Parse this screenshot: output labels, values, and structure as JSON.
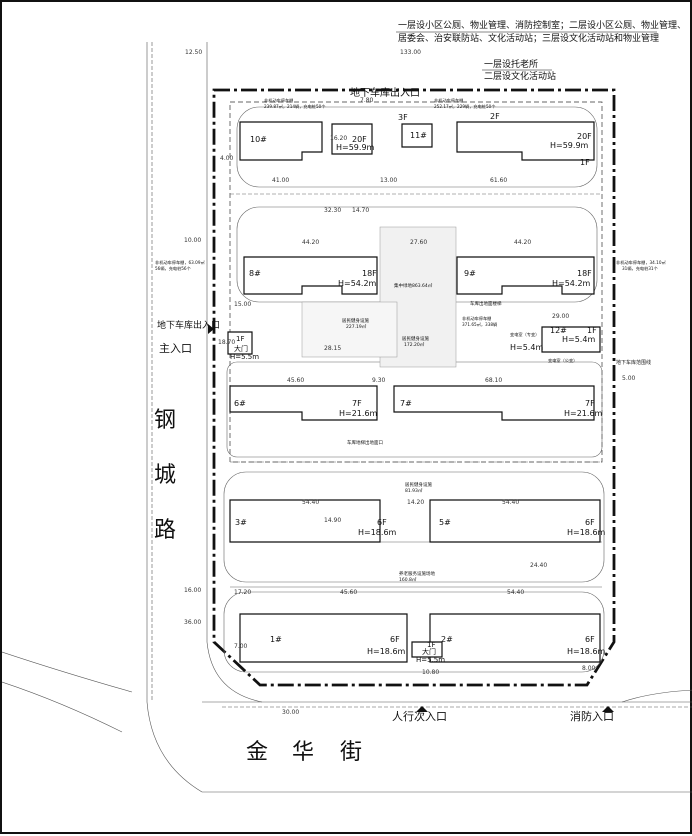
{
  "notes": {
    "line1": "一层设小区公厕、物业管理、消防控制室；二层设小区公厕、物业管理、",
    "line2": "居委会、治安联防站、文化活动站；三层设文化活动站和物业管理",
    "line3": "一层设托老所",
    "line4": "二层设文化活动站"
  },
  "entrances": {
    "garage_top": "地下车库出入口",
    "garage_left": "地下车库出入口",
    "main": "主入口",
    "pedestrian": "人行次入口",
    "fire": "消防入口",
    "garage_limit": "地下车库范围线"
  },
  "roads": {
    "west_chars": [
      "钢",
      "城",
      "路"
    ],
    "south_chars": [
      "金",
      "华",
      "街"
    ]
  },
  "buildings": [
    {
      "id": "10#",
      "floors": "20F",
      "height": "H=59.9m"
    },
    {
      "id": "3F",
      "floors": "",
      "height": ""
    },
    {
      "id": "11#",
      "floors": "",
      "height": ""
    },
    {
      "id": "2F",
      "floors": "",
      "height": ""
    },
    {
      "id": "20F-east",
      "floors": "20F",
      "height": "H=59.9m"
    },
    {
      "id": "1F-top",
      "floors": "1F",
      "height": ""
    },
    {
      "id": "8#",
      "floors": "18F",
      "height": "H=54.2m"
    },
    {
      "id": "9#",
      "floors": "18F",
      "height": "H=54.2m"
    },
    {
      "id": "12#",
      "floors": "1F",
      "height": "H=5.4m"
    },
    {
      "id": "1F-b",
      "floors": "1F",
      "height": "H=5.4m"
    },
    {
      "id": "6#",
      "floors": "7F",
      "height": "H=21.6m"
    },
    {
      "id": "7#",
      "floors": "7F",
      "height": "H=21.6m"
    },
    {
      "id": "3#",
      "floors": "6F",
      "height": "H=18.6m"
    },
    {
      "id": "5#",
      "floors": "6F",
      "height": "H=18.6m"
    },
    {
      "id": "1#",
      "floors": "6F",
      "height": "H=18.6m"
    },
    {
      "id": "2#",
      "floors": "6F",
      "height": "H=18.6m"
    },
    {
      "id": "gate-main",
      "floors": "1F",
      "height": "H=5.5m"
    },
    {
      "id": "gate-south",
      "floors": "1F",
      "height": "H=5.5m"
    }
  ],
  "labels": {
    "gate_main": "大门",
    "gate_south": "大门",
    "central_green": "集中绿地863.64㎡",
    "fitness_1": "居民健身设施",
    "fitness_1_area": "227.19㎡",
    "fitness_2": "居民健身设施",
    "fitness_2_area": "172.20㎡",
    "fitness_3": "居民健身设施",
    "fitness_3_area": "81.93㎡",
    "elderly": "养老服务设施场地",
    "elderly_area": "160.8㎡",
    "exit_label": "车库出地面楼梯",
    "exit_label2": "车库地梯出地面口",
    "bike_a": "非机动车停车棚",
    "bike_a_val": "239.87㎡，214辆，充电桩50个",
    "bike_b": "非机动车停车棚",
    "bike_b_val": "252.17㎡，229辆，充电桩50个",
    "bike_c": "非机动车停车棚，63.09㎡",
    "bike_c_val": "56辆，充电桩56个",
    "bike_d": "非机动车停车棚，34.10㎡",
    "bike_d_val": "31辆，充电桩31个",
    "bike_e": "非机动车停车棚",
    "bike_e_val": "371.65㎡，338辆",
    "transformer": "变电室（专变）",
    "transformer2": "变电室（公变）"
  },
  "dims": {
    "top_width": "133.00",
    "d1": "12.50",
    "d2": "7.80",
    "d3": "41.00",
    "d4": "13.00",
    "d5": "61.60",
    "d6": "44.20",
    "d7": "27.60",
    "d8": "44.20",
    "d9": "45.60",
    "d10": "9.30",
    "d11": "68.10",
    "d12": "29.00",
    "d13": "54.40",
    "d14": "14.20",
    "d15": "54.40",
    "d16": "17.20",
    "d17": "45.60",
    "d18": "54.40",
    "d19": "10.80",
    "d20": "30.00",
    "d21": "16.00",
    "d22": "5.00",
    "d23": "4.00",
    "d24": "16.20",
    "d25": "32.30",
    "d26": "14.70",
    "d27": "28.15",
    "d28": "14.90",
    "d29": "24.40",
    "d30": "36.00",
    "d31": "10.00",
    "d32": "18.70",
    "d33": "15.00",
    "d34": "7.00",
    "d35": "8.00"
  }
}
